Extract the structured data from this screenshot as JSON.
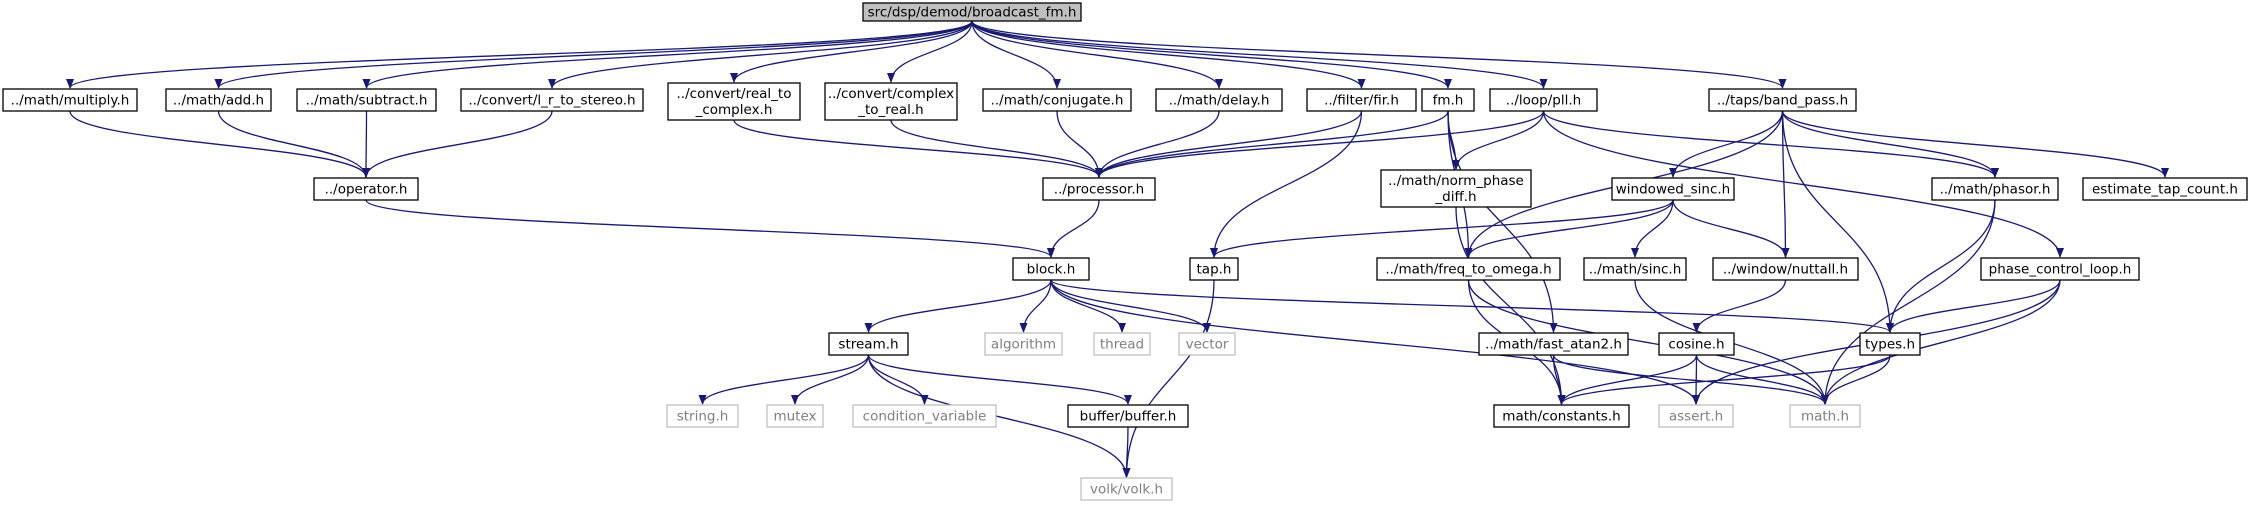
{
  "colors": {
    "edge": "#191970",
    "node_border": "#000000",
    "node_fill": "#ffffff",
    "root_fill": "#bfbfbf",
    "external_border": "#bfbfbf",
    "external_text": "#808080",
    "text": "#000000"
  },
  "nodes": [
    {
      "id": "root",
      "label": "src/dsp/demod/broadcast_fm.h",
      "kind": "root"
    },
    {
      "id": "multiply",
      "label": "../math/multiply.h",
      "kind": "file"
    },
    {
      "id": "add",
      "label": "../math/add.h",
      "kind": "file"
    },
    {
      "id": "subtract",
      "label": "../math/subtract.h",
      "kind": "file"
    },
    {
      "id": "lr_to_stereo",
      "label": "../convert/l_r_to_stereo.h",
      "kind": "file"
    },
    {
      "id": "real_to_complex",
      "label": "../convert/real_to\n_complex.h",
      "kind": "file"
    },
    {
      "id": "complex_to_real",
      "label": "../convert/complex\n_to_real.h",
      "kind": "file"
    },
    {
      "id": "conjugate",
      "label": "../math/conjugate.h",
      "kind": "file"
    },
    {
      "id": "delay",
      "label": "../math/delay.h",
      "kind": "file"
    },
    {
      "id": "fir",
      "label": "../filter/fir.h",
      "kind": "file"
    },
    {
      "id": "fm",
      "label": "fm.h",
      "kind": "file"
    },
    {
      "id": "pll",
      "label": "../loop/pll.h",
      "kind": "file"
    },
    {
      "id": "band_pass",
      "label": "../taps/band_pass.h",
      "kind": "file"
    },
    {
      "id": "operator",
      "label": "../operator.h",
      "kind": "file"
    },
    {
      "id": "processor",
      "label": "../processor.h",
      "kind": "file"
    },
    {
      "id": "norm_phase_diff",
      "label": "../math/norm_phase\n_diff.h",
      "kind": "file"
    },
    {
      "id": "windowed_sinc",
      "label": "windowed_sinc.h",
      "kind": "file"
    },
    {
      "id": "phasor",
      "label": "../math/phasor.h",
      "kind": "file"
    },
    {
      "id": "estimate_tap_count",
      "label": "estimate_tap_count.h",
      "kind": "file"
    },
    {
      "id": "block",
      "label": "block.h",
      "kind": "file"
    },
    {
      "id": "tap",
      "label": "tap.h",
      "kind": "file"
    },
    {
      "id": "freq_to_omega",
      "label": "../math/freq_to_omega.h",
      "kind": "file"
    },
    {
      "id": "sinc",
      "label": "../math/sinc.h",
      "kind": "file"
    },
    {
      "id": "nuttall",
      "label": "../window/nuttall.h",
      "kind": "file"
    },
    {
      "id": "phase_control_loop",
      "label": "phase_control_loop.h",
      "kind": "file"
    },
    {
      "id": "stream",
      "label": "stream.h",
      "kind": "file"
    },
    {
      "id": "algorithm",
      "label": "algorithm",
      "kind": "external"
    },
    {
      "id": "thread",
      "label": "thread",
      "kind": "external"
    },
    {
      "id": "vector",
      "label": "vector",
      "kind": "external"
    },
    {
      "id": "fast_atan2",
      "label": "../math/fast_atan2.h",
      "kind": "file"
    },
    {
      "id": "cosine",
      "label": "cosine.h",
      "kind": "file"
    },
    {
      "id": "types",
      "label": "types.h",
      "kind": "file"
    },
    {
      "id": "string",
      "label": "string.h",
      "kind": "external"
    },
    {
      "id": "mutex",
      "label": "mutex",
      "kind": "external"
    },
    {
      "id": "condition_variable",
      "label": "condition_variable",
      "kind": "external"
    },
    {
      "id": "buffer",
      "label": "buffer/buffer.h",
      "kind": "file"
    },
    {
      "id": "constants",
      "label": "math/constants.h",
      "kind": "file"
    },
    {
      "id": "assert",
      "label": "assert.h",
      "kind": "external"
    },
    {
      "id": "math",
      "label": "math.h",
      "kind": "external"
    },
    {
      "id": "volk",
      "label": "volk/volk.h",
      "kind": "external"
    }
  ],
  "edges": [
    [
      "root",
      "multiply"
    ],
    [
      "root",
      "add"
    ],
    [
      "root",
      "subtract"
    ],
    [
      "root",
      "lr_to_stereo"
    ],
    [
      "root",
      "real_to_complex"
    ],
    [
      "root",
      "complex_to_real"
    ],
    [
      "root",
      "conjugate"
    ],
    [
      "root",
      "delay"
    ],
    [
      "root",
      "fir"
    ],
    [
      "root",
      "fm"
    ],
    [
      "root",
      "pll"
    ],
    [
      "root",
      "band_pass"
    ],
    [
      "multiply",
      "operator"
    ],
    [
      "add",
      "operator"
    ],
    [
      "subtract",
      "operator"
    ],
    [
      "lr_to_stereo",
      "operator"
    ],
    [
      "real_to_complex",
      "processor"
    ],
    [
      "complex_to_real",
      "processor"
    ],
    [
      "conjugate",
      "processor"
    ],
    [
      "delay",
      "processor"
    ],
    [
      "fir",
      "processor"
    ],
    [
      "fir",
      "tap"
    ],
    [
      "fm",
      "processor"
    ],
    [
      "fm",
      "norm_phase_diff"
    ],
    [
      "fm",
      "freq_to_omega"
    ],
    [
      "fm",
      "fast_atan2"
    ],
    [
      "pll",
      "processor"
    ],
    [
      "pll",
      "norm_phase_diff"
    ],
    [
      "pll",
      "phasor"
    ],
    [
      "pll",
      "phase_control_loop"
    ],
    [
      "band_pass",
      "windowed_sinc"
    ],
    [
      "band_pass",
      "freq_to_omega"
    ],
    [
      "band_pass",
      "nuttall"
    ],
    [
      "band_pass",
      "phasor"
    ],
    [
      "band_pass",
      "estimate_tap_count"
    ],
    [
      "band_pass",
      "types"
    ],
    [
      "operator",
      "block"
    ],
    [
      "processor",
      "block"
    ],
    [
      "norm_phase_diff",
      "constants"
    ],
    [
      "windowed_sinc",
      "tap"
    ],
    [
      "windowed_sinc",
      "freq_to_omega"
    ],
    [
      "windowed_sinc",
      "sinc"
    ],
    [
      "windowed_sinc",
      "nuttall"
    ],
    [
      "phasor",
      "types"
    ],
    [
      "phasor",
      "math"
    ],
    [
      "block",
      "stream"
    ],
    [
      "block",
      "algorithm"
    ],
    [
      "block",
      "thread"
    ],
    [
      "block",
      "vector"
    ],
    [
      "block",
      "types"
    ],
    [
      "block",
      "assert"
    ],
    [
      "tap",
      "volk"
    ],
    [
      "freq_to_omega",
      "constants"
    ],
    [
      "freq_to_omega",
      "math"
    ],
    [
      "sinc",
      "math"
    ],
    [
      "nuttall",
      "cosine"
    ],
    [
      "phase_control_loop",
      "types"
    ],
    [
      "phase_control_loop",
      "assert"
    ],
    [
      "phase_control_loop",
      "math"
    ],
    [
      "stream",
      "string"
    ],
    [
      "stream",
      "mutex"
    ],
    [
      "stream",
      "condition_variable"
    ],
    [
      "stream",
      "buffer"
    ],
    [
      "stream",
      "volk"
    ],
    [
      "fast_atan2",
      "constants"
    ],
    [
      "fast_atan2",
      "math"
    ],
    [
      "cosine",
      "constants"
    ],
    [
      "cosine",
      "assert"
    ],
    [
      "cosine",
      "math"
    ],
    [
      "types",
      "constants"
    ],
    [
      "types",
      "math"
    ],
    [
      "buffer",
      "volk"
    ]
  ]
}
